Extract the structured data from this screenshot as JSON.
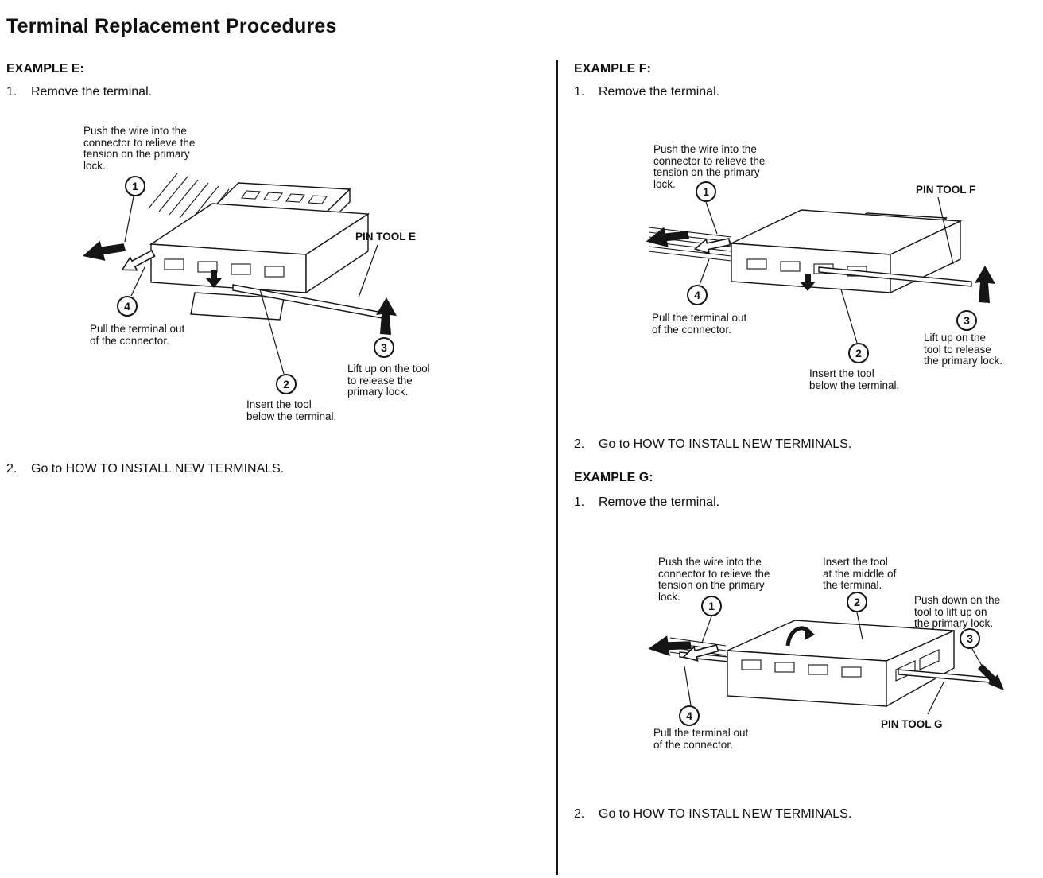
{
  "page": {
    "title": "Terminal Replacement Procedures"
  },
  "examples": [
    {
      "id": "E",
      "heading": "EXAMPLE E:",
      "pin_tool_label": "PIN TOOL E",
      "steps": [
        {
          "num": "1.",
          "text": "Remove the terminal."
        },
        {
          "num": "2.",
          "text": "Go to HOW TO INSTALL NEW TERMINALS."
        }
      ],
      "callouts": [
        {
          "num": "1",
          "text": "Push the wire into the\nconnector to relieve the\ntension on the primary\nlock."
        },
        {
          "num": "2",
          "text": "Insert the tool\nbelow the terminal."
        },
        {
          "num": "3",
          "text": "Lift up on the tool\nto release the\nprimary lock."
        },
        {
          "num": "4",
          "text": "Pull the terminal out\nof the connector."
        }
      ]
    },
    {
      "id": "F",
      "heading": "EXAMPLE F:",
      "pin_tool_label": "PIN TOOL F",
      "steps": [
        {
          "num": "1.",
          "text": "Remove the terminal."
        },
        {
          "num": "2.",
          "text": "Go to HOW TO INSTALL NEW TERMINALS."
        }
      ],
      "callouts": [
        {
          "num": "1",
          "text": "Push the wire into the\nconnector to relieve the\ntension on the primary\nlock."
        },
        {
          "num": "2",
          "text": "Insert the tool\nbelow the terminal."
        },
        {
          "num": "3",
          "text": "Lift up on the\ntool to release\nthe primary lock."
        },
        {
          "num": "4",
          "text": "Pull the terminal out\nof the connector."
        }
      ]
    },
    {
      "id": "G",
      "heading": "EXAMPLE G:",
      "pin_tool_label": "PIN TOOL G",
      "steps": [
        {
          "num": "1.",
          "text": "Remove the terminal."
        },
        {
          "num": "2.",
          "text": "Go to HOW TO INSTALL NEW TERMINALS."
        }
      ],
      "callouts": [
        {
          "num": "1",
          "text": "Push the wire into the\nconnector to relieve the\ntension on the primary\nlock."
        },
        {
          "num": "2",
          "text": "Insert the tool\nat the middle of\nthe terminal."
        },
        {
          "num": "3",
          "text": "Push down on the\ntool to lift up on\nthe primary lock."
        },
        {
          "num": "4",
          "text": "Pull the terminal out\nof the connector."
        }
      ]
    }
  ]
}
